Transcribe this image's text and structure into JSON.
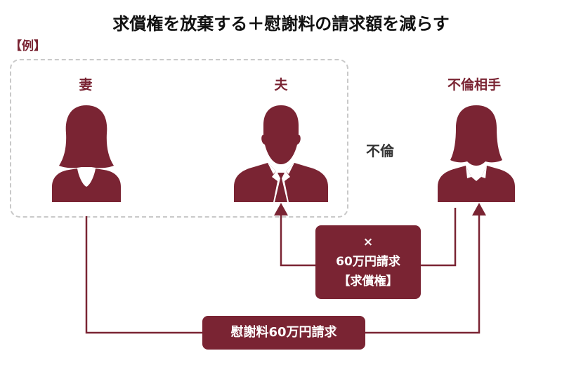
{
  "title": "求償権を放棄する＋慰謝料の請求額を減らす",
  "example_tag": "【例】",
  "people": {
    "wife": "妻",
    "husband": "夫",
    "partner": "不倫相手"
  },
  "relation": "不倫",
  "claim_box": {
    "line1": "×",
    "line2": "60万円請求",
    "line3": "【求償権】"
  },
  "compensation_box": "慰謝料60万円請求",
  "colors": {
    "primary": "#7a2433",
    "dashed_border": "#c9c9c9"
  }
}
